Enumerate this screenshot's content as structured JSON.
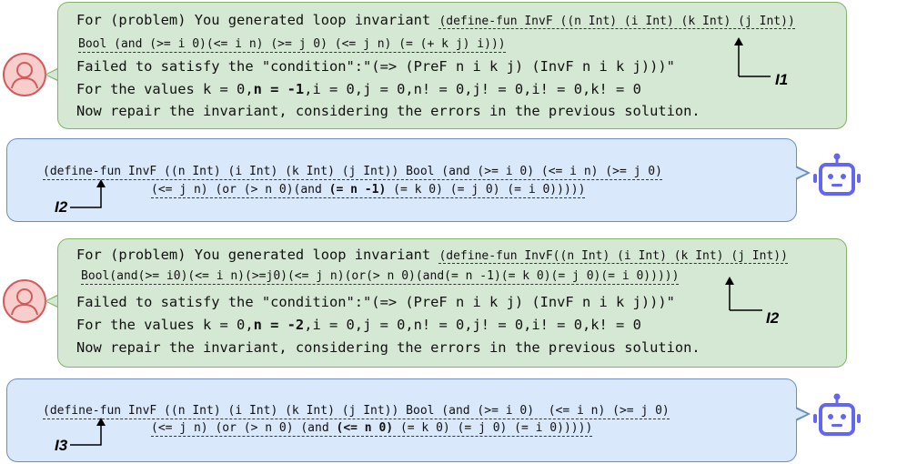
{
  "panel1": {
    "line1_prefix": "For (problem) You generated loop invariant ",
    "line1_code": "(define-fun InvF ((n Int) (i Int) (k Int) (j Int))",
    "line2_code": "Bool (and (>= i 0)(<= i n) (>= j 0) (<= j n) (= (+ k j) i)))",
    "line3": "Failed to satisfy the \"condition\":\"(=> (PreF n i k j) (InvF n i k j)))\"",
    "line4_a": "For the values k = 0,",
    "line4_b": "n = -1",
    "line4_c": ",i = 0,j = 0,n! = 0,j! = 0,i! = 0,k! = 0",
    "line5": "Now repair the invariant, considering the errors in the previous solution.",
    "label": "I1"
  },
  "panel2": {
    "line1": "(define-fun InvF ((n Int) (i Int) (k Int) (j Int)) Bool (and (>= i 0) (<= i n) (>= j 0)",
    "line2_a": "(<= j n) (or (> n 0)(and ",
    "line2_b": "(= n -1)",
    "line2_c": " (= k 0) (= j 0) (= i 0)))))",
    "label": "I2"
  },
  "panel3": {
    "line1_prefix": "For (problem) You generated loop invariant ",
    "line1_code": "(define-fun InvF((n Int) (i Int) (k Int) (j Int))",
    "line2_code": "Bool(and(>= i0)(<= i n)(>=j0)(<= j n)(or(> n 0)(and(= n -1)(= k 0)(= j 0)(= i 0)))))",
    "line3": "Failed to satisfy the \"condition\":\"(=> (PreF n i k j) (InvF n i k j)))\"",
    "line4_a": "For the values k = 0,",
    "line4_b": "n = -2",
    "line4_c": ",i = 0,j = 0,n! = 0,j! = 0,i! = 0,k! = 0",
    "line5": "Now repair the invariant, considering the errors in the previous solution.",
    "label": "I2"
  },
  "panel4": {
    "line1": "(define-fun InvF ((n Int) (i Int) (k Int) (j Int)) Bool (and (>= i 0)  (<= i n) (>= j 0)",
    "line2_a": "(<= j n) (or (> n 0) (and ",
    "line2_b": "(<= n 0)",
    "line2_c": " (= k 0) (= j 0) (= i 0)))))",
    "label": "I3"
  },
  "icons": {
    "user": "user-avatar-icon",
    "bot": "robot-icon"
  },
  "colors": {
    "user_fill": "#d5e8d4",
    "user_border": "#82b366",
    "bot_fill": "#dae8fc",
    "bot_border": "#6c8ebf",
    "avatar": "#e06666",
    "robot": "#6366f1"
  }
}
